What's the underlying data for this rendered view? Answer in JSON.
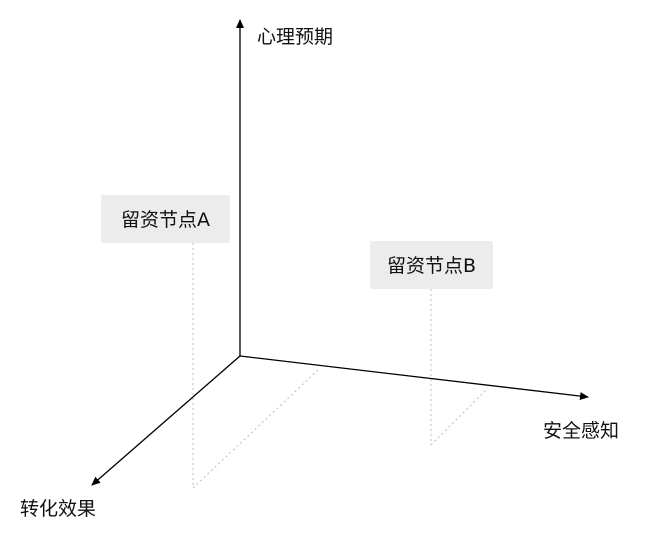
{
  "axes": {
    "vertical": "心理预期",
    "right": "安全感知",
    "left": "转化效果"
  },
  "nodes": [
    {
      "label": "留资节点A"
    },
    {
      "label": "留资节点B"
    }
  ],
  "colors": {
    "axis": "#000000",
    "guide": "#bdbdbd",
    "node_fill": "#ececec",
    "text": "#111111"
  }
}
